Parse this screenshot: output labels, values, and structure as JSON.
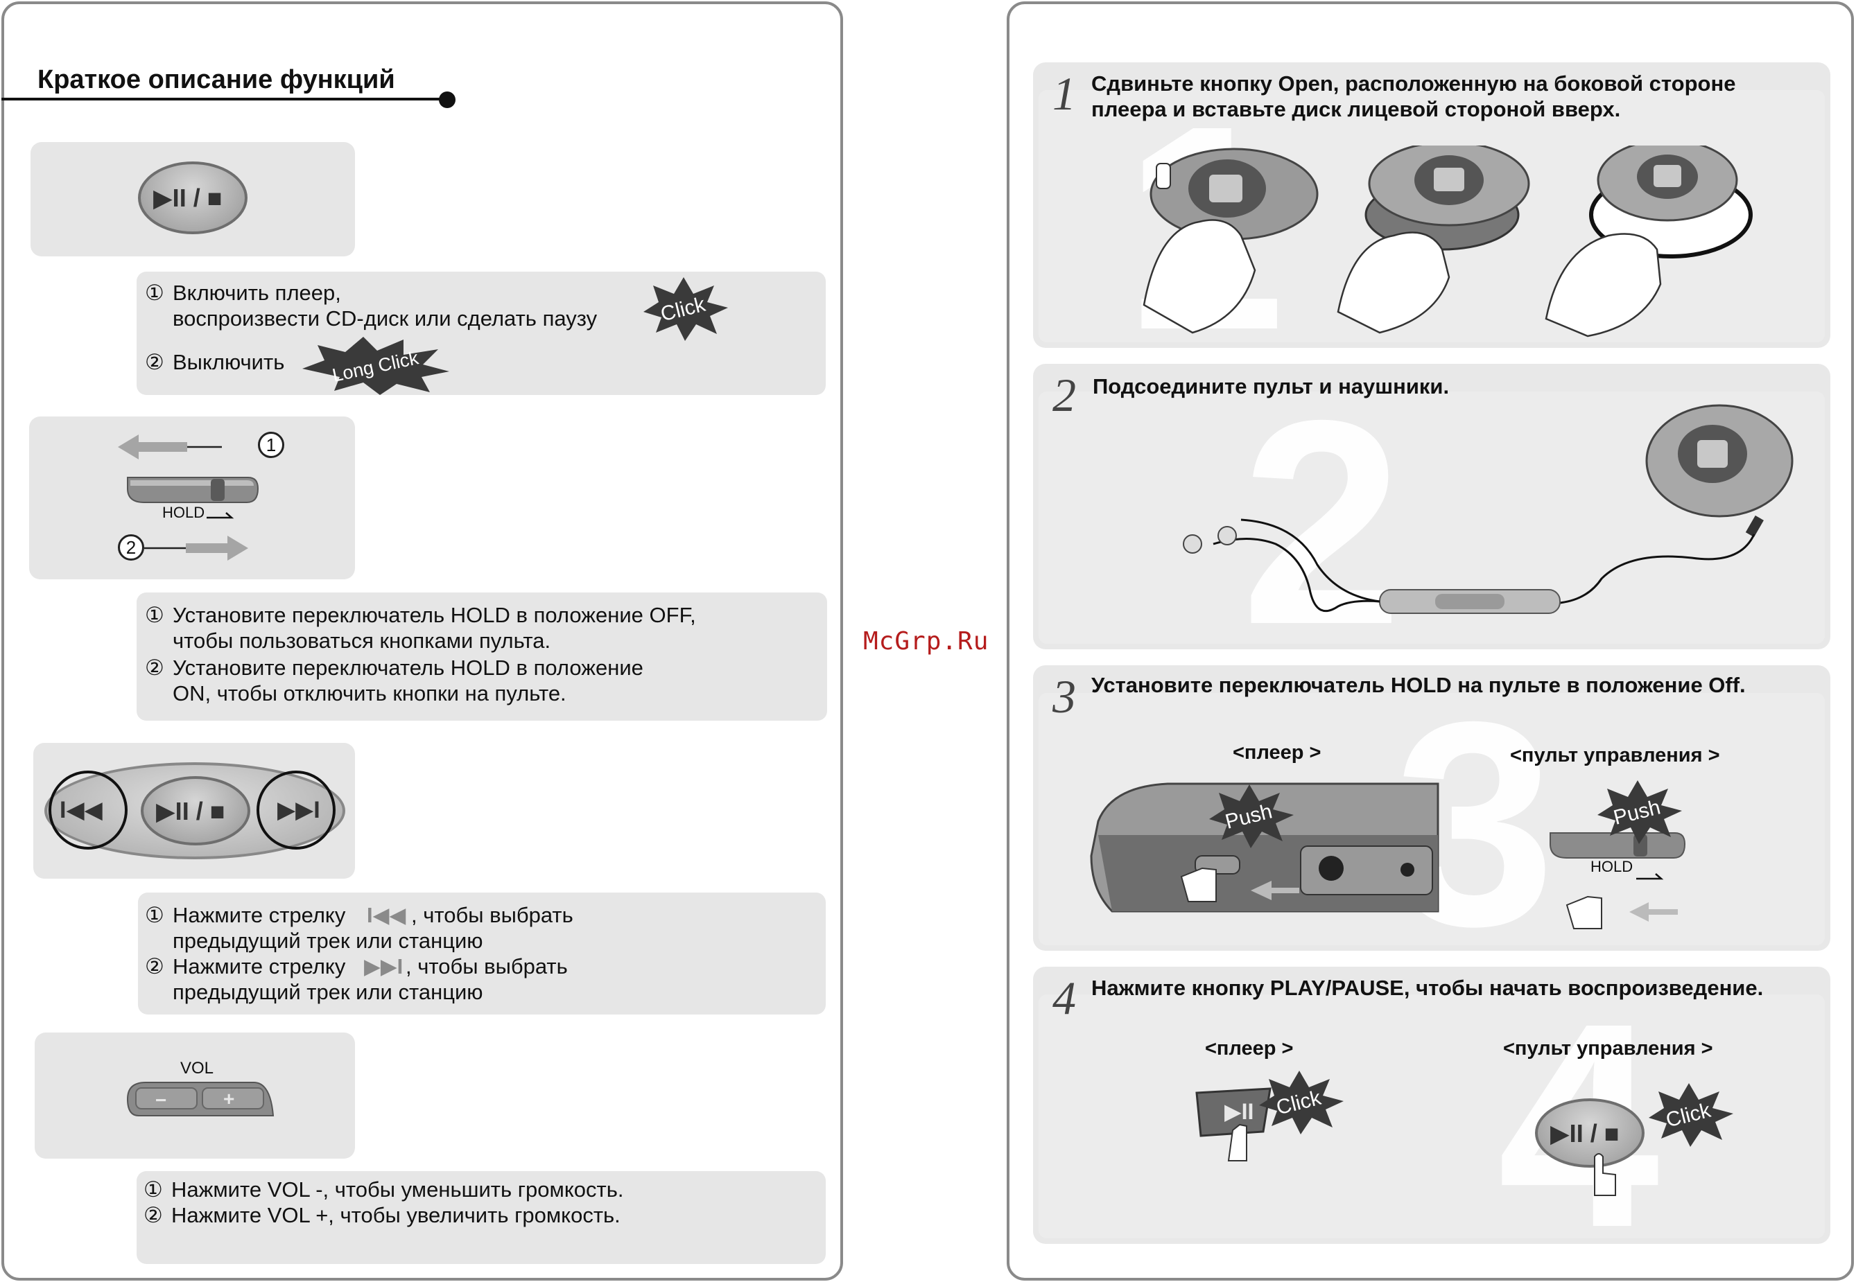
{
  "left": {
    "title": "Краткое описание функций",
    "play_button_glyph": "▶II / ■",
    "sec1": {
      "num1": "①",
      "line1": "Включить плеер,",
      "line2": "воспроизвести CD-диск или  сделать паузу",
      "num2": "②",
      "line3": "Выключить",
      "burst1": "Click",
      "burst2": "Long Click"
    },
    "hold": {
      "label": "HOLD",
      "num1": "1",
      "num2": "2"
    },
    "sec2": {
      "num1": "①",
      "line1": "Установите  переключатель HOLD в положение OFF,",
      "line2": "чтобы пользоваться кнопками пульта.",
      "num2": "②",
      "line3": "Установите  переключатель HOLD в положение",
      "line4": "ON, чтобы отключить кнопки на пульте."
    },
    "nav": {
      "prev_glyph": "I◀◀",
      "play_glyph": "▶II / ■",
      "next_glyph": "▶▶I"
    },
    "sec3": {
      "num1": "①",
      "line1a": "Нажмите стрелку",
      "prev_glyph": "I◀◀",
      "line1b": ", чтобы выбрать",
      "line2": "предыдущий трек или станцию",
      "num2": "②",
      "line3a": "Нажмите стрелку",
      "next_glyph": "▶▶I",
      "line3b": ", чтобы выбрать",
      "line4": "предыдущий трек или станцию"
    },
    "vol": {
      "label": "VOL",
      "minus": "−",
      "plus": "+"
    },
    "sec4": {
      "num1": "①",
      "line1": "Нажмите VOL -, чтобы уменьшить громкость.",
      "num2": "②",
      "line2": "Нажмите VOL +, чтобы увеличить громкость."
    }
  },
  "watermark": "McGrp.Ru",
  "right": {
    "step1": {
      "num": "1",
      "big": "1",
      "line1": "Сдвиньте кнопку Open, расположенную на боковой стороне",
      "line2": "плеера и вставьте диск лицевой стороной вверх."
    },
    "step2": {
      "num": "2",
      "big": "2",
      "line1": "Подсоедините пульт и наушники."
    },
    "step3": {
      "num": "3",
      "big": "3",
      "line1": "Установите переключатель HOLD на пульте в положение Off.",
      "label_player": "<плеер >",
      "label_remote": "<пульт управления >",
      "push1": "Push",
      "push2": "Push",
      "hold": "HOLD"
    },
    "step4": {
      "num": "4",
      "big": "4",
      "line1": "Нажмите кнопку PLAY/PAUSE, чтобы  начать воспроизведение.",
      "label_player": "<плеер >",
      "label_remote": "<пульт управления >",
      "click1": "Click",
      "click2": "Click",
      "player_glyph": "▶II",
      "remote_glyph": "▶II / ■"
    }
  },
  "colors": {
    "panel_border": "#8a8a8a",
    "box_bg": "#e6e6e6",
    "burst": "#3a3a3a",
    "watermark": "#b51c1c"
  }
}
